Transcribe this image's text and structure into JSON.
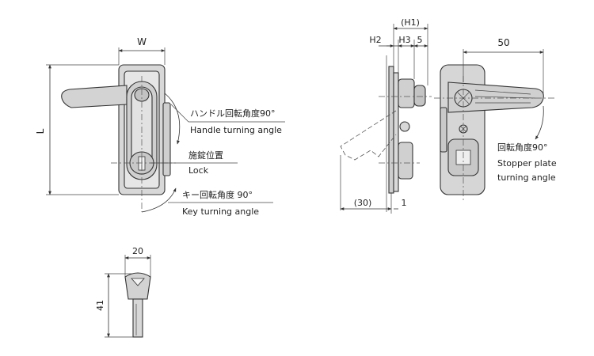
{
  "front_view": {
    "dim_width": "W",
    "dim_length": "L",
    "handle_angle_jp": "ハンドル回転角度90°",
    "handle_angle_en": "Handle turning angle",
    "lock_jp": "施錠位置",
    "lock_en": "Lock",
    "key_angle_jp": "キー回転角度 90°",
    "key_angle_en": "Key turning angle"
  },
  "side_view": {
    "dim_h1": "(H1)",
    "dim_h2": "H2",
    "dim_h3": "H3",
    "dim_5": "5",
    "dim_30": "(30)",
    "dim_1": "1"
  },
  "back_view": {
    "dim_50": "50",
    "stopper_angle_jp": "回転角度90°",
    "stopper_en_line1": "Stopper plate",
    "stopper_en_line2": "turning angle"
  },
  "key_view": {
    "dim_20": "20",
    "dim_41": "41"
  },
  "colors": {
    "part_fill": "#dcdcdc",
    "part_dark": "#b5b5b5",
    "line": "#333333"
  }
}
